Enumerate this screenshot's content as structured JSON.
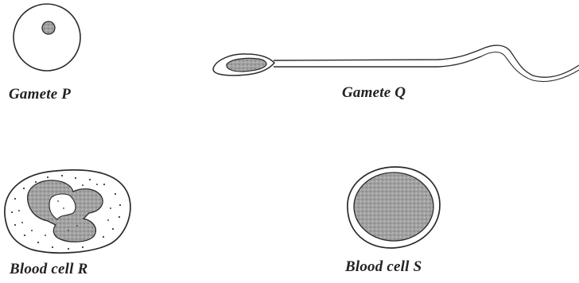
{
  "labels": {
    "gamete_p": "Gamete P",
    "gamete_q": "Gamete Q",
    "blood_cell_r": "Blood cell R",
    "blood_cell_s": "Blood cell S"
  },
  "colors": {
    "outline": "#2a2a2a",
    "nucleus_fill": "#9a9a9a",
    "background": "#ffffff"
  }
}
